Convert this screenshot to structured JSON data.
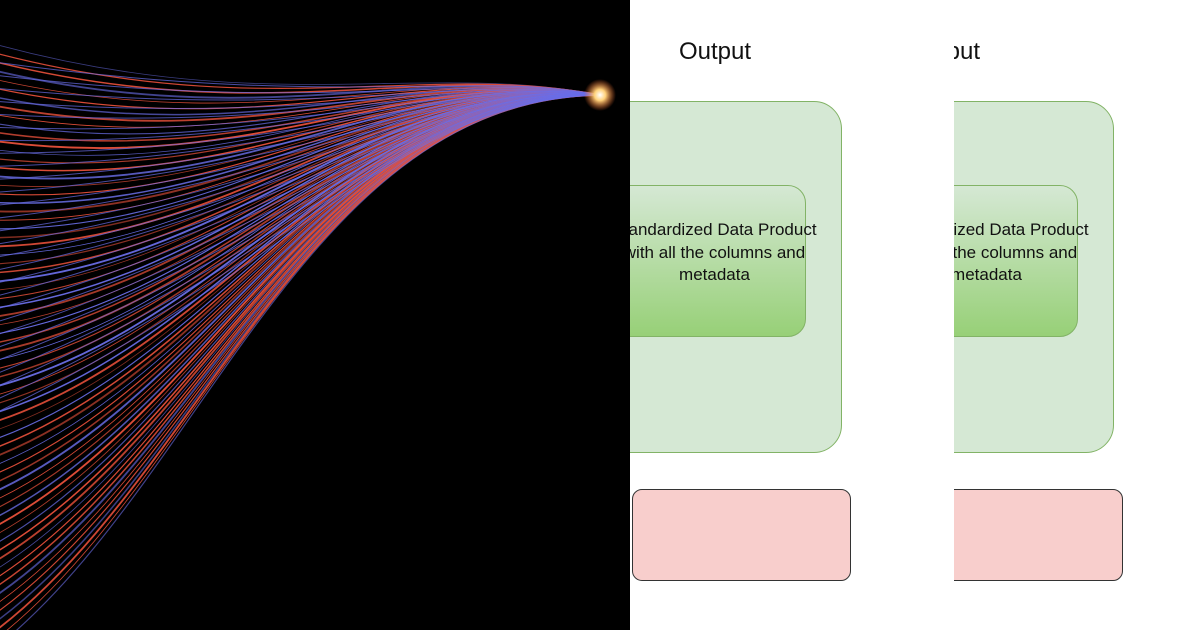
{
  "photo": {
    "description_icon": "light-trails-photo",
    "colors": {
      "background": "#000000",
      "trail_red": "#e8503a",
      "trail_blue": "#6a6ee8",
      "source": "#fff2c0"
    }
  },
  "panels": [
    {
      "title": "Output",
      "box_text": "Standardized Data Product with all the columns and metadata"
    },
    {
      "title": "Output",
      "box_text": "Standardized Data Product with all the columns and metadata"
    }
  ],
  "colors": {
    "outer_fill": "#d5e8d4",
    "outer_stroke": "#82b366",
    "inner_fill_bottom": "#97d077",
    "red_fill": "#f8cecc"
  }
}
